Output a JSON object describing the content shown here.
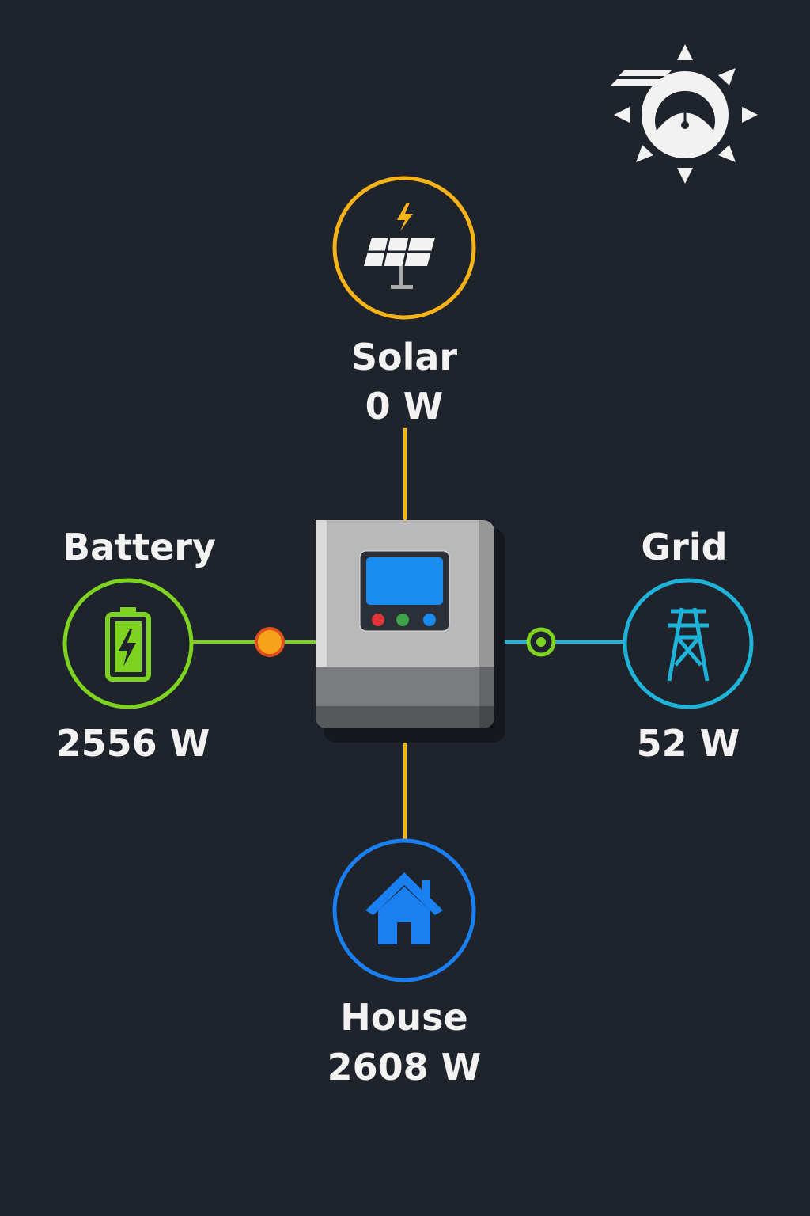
{
  "solar": {
    "label": "Solar",
    "value": "0 W",
    "icon": "solar-panel-icon"
  },
  "battery": {
    "label": "Battery",
    "value": "2556 W",
    "icon": "battery-charging-icon"
  },
  "grid": {
    "label": "Grid",
    "value": "52 W",
    "icon": "power-tower-icon"
  },
  "house": {
    "label": "House",
    "value": "2608 W",
    "icon": "house-icon"
  },
  "logo_icon": "solar-gauge-logo-icon",
  "colors": {
    "background": "#1f232c",
    "solar": "#f5b317",
    "battery": "#7ed321",
    "grid": "#1fb3d9",
    "house": "#1a7ff0"
  }
}
